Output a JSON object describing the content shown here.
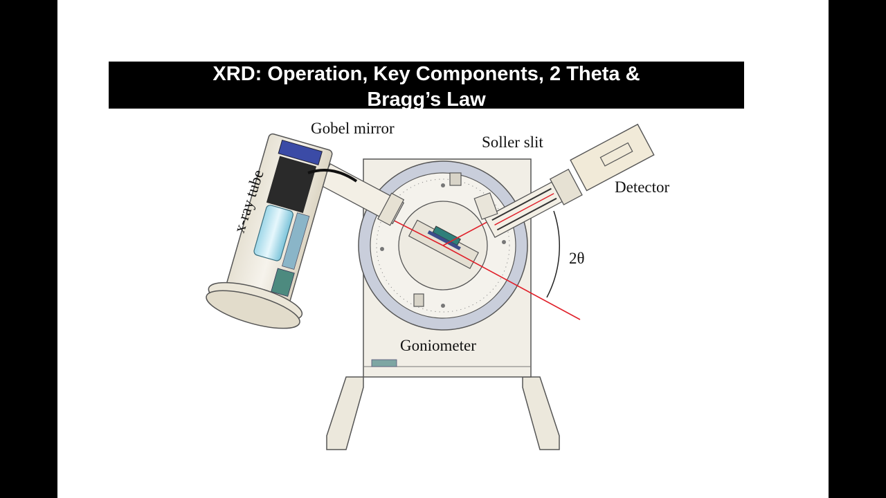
{
  "title": {
    "line1": "XRD: Operation, Key Components, 2 Theta &",
    "line2": "Bragg’s Law"
  },
  "diagram": {
    "labels": {
      "gobel_mirror": "Gobel mirror",
      "soller_slit": "Soller slit",
      "xray_tube": "x-ray tube",
      "detector": "Detector",
      "two_theta": "2θ",
      "goniometer": "Goniometer"
    },
    "colors": {
      "beam": "#e0202a",
      "body": "#f1eee6",
      "outline": "#555555",
      "ring": "#c9cedb",
      "sample": "#2f7f7a"
    }
  }
}
